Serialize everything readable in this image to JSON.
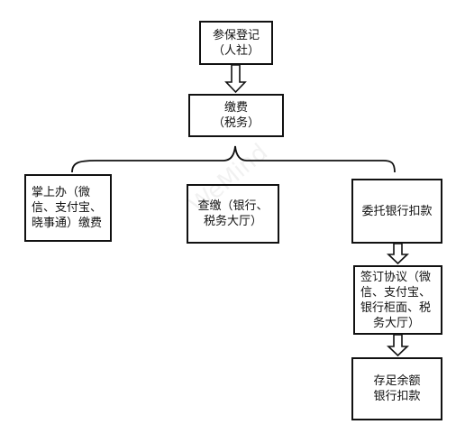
{
  "nodes": {
    "registration": [
      "参保登记",
      "（人社）"
    ],
    "payment": [
      "缴费",
      "（税务）"
    ],
    "app_payment": [
      "掌上办（微",
      "信、支付宝、",
      "晓事通）缴费"
    ],
    "check_payment": [
      "查缴（银行、",
      "税务大厅）"
    ],
    "bank_debit": [
      "委托银行扣款"
    ],
    "sign_agreement": [
      "签订协议（微",
      "信、支付宝、",
      "银行柜面、税",
      "务大厅）"
    ],
    "deposit": [
      "存足余额",
      "银行扣款"
    ]
  },
  "watermark": "WeMind"
}
